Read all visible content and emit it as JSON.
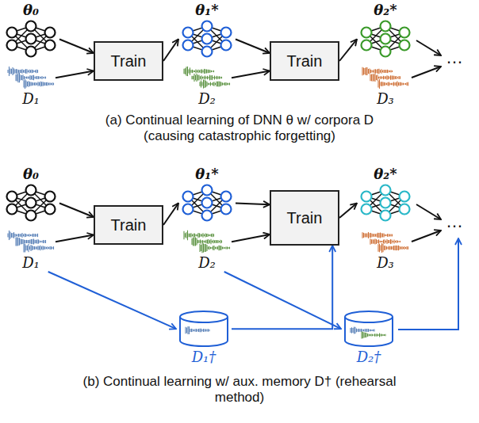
{
  "diagram": {
    "nodes": [
      {
        "text": [
          "θ₀"
        ]
      },
      {
        "text": [
          "D₁"
        ]
      },
      {
        "text": [
          "Train"
        ]
      },
      {
        "text": [
          "θ₁*"
        ]
      },
      {
        "text": [
          "D₂"
        ]
      },
      {
        "text": [
          "Train"
        ]
      },
      {
        "text": [
          "θ₂*"
        ]
      },
      {
        "text": [
          "D₃"
        ]
      },
      {
        "text": [
          "θ₀"
        ]
      },
      {
        "text": [
          "D₁"
        ]
      },
      {
        "text": [
          "Train"
        ]
      },
      {
        "text": [
          "θ₁*"
        ]
      },
      {
        "text": [
          "D₂"
        ]
      },
      {
        "text": [
          "Train"
        ]
      },
      {
        "text": [
          "θ₂*"
        ]
      },
      {
        "text": [
          "D₃"
        ]
      },
      {
        "text": [
          "D₁†"
        ]
      },
      {
        "text": [
          "D₂†"
        ]
      }
    ],
    "edges": [
      {
        "from": 0,
        "to": 2,
        "arrow": "to"
      },
      {
        "from": 1,
        "to": 2,
        "arrow": "to"
      },
      {
        "from": 2,
        "to": 3,
        "arrow": "to"
      },
      {
        "from": 3,
        "to": 5,
        "arrow": "to"
      },
      {
        "from": 4,
        "to": 5,
        "arrow": "to"
      },
      {
        "from": 5,
        "to": 6,
        "arrow": "to"
      },
      {
        "from": 8,
        "to": 10,
        "arrow": "to"
      },
      {
        "from": 9,
        "to": 10,
        "arrow": "to"
      },
      {
        "from": 10,
        "to": 11,
        "arrow": "to"
      },
      {
        "from": 11,
        "to": 13,
        "arrow": "to"
      },
      {
        "from": 12,
        "to": 13,
        "arrow": "to"
      },
      {
        "from": 13,
        "to": 14,
        "arrow": "to"
      },
      {
        "from": 9,
        "to": 16,
        "arrow": "to"
      },
      {
        "from": 16,
        "to": 13,
        "arrow": "to"
      },
      {
        "from": 12,
        "to": 17,
        "arrow": "to"
      }
    ],
    "labels": [
      "…",
      "(a) Continual learning of DNN θ w/ corpora D (causing catastrophic forgetting)",
      "…",
      "(b) Continual learning w/ aux. memory D† (rehearsal method)"
    ]
  }
}
